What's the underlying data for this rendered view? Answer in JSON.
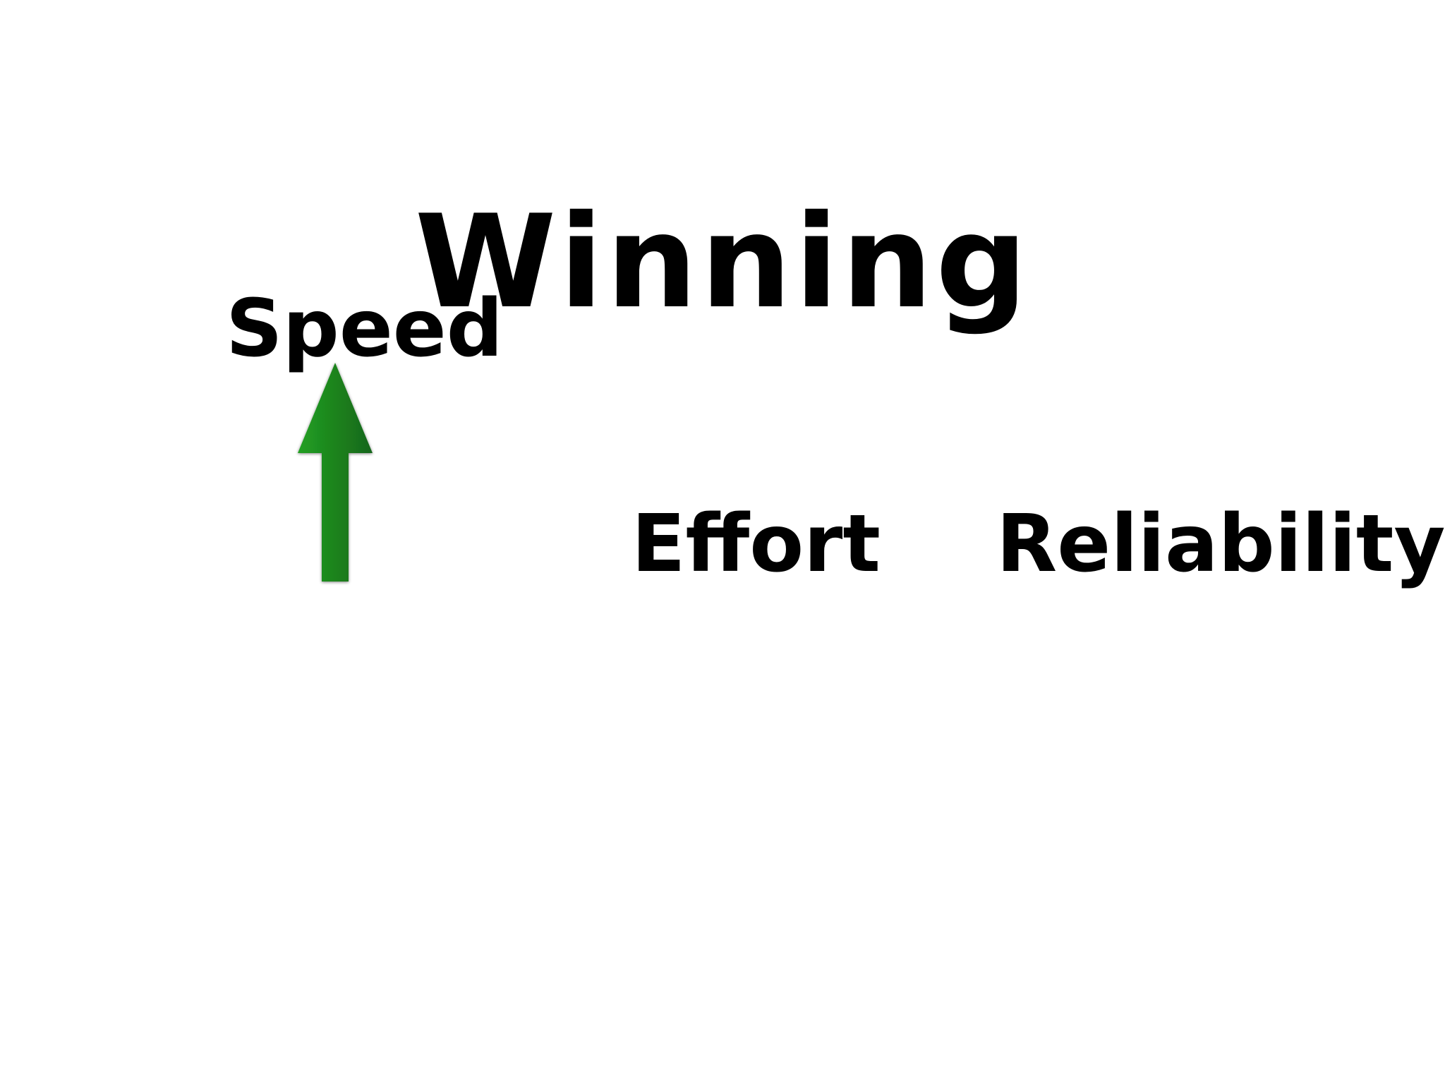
{
  "slide": {
    "title": "Winning",
    "labels": {
      "speed": "Speed",
      "effort": "Effort",
      "reliability": "Reliability"
    },
    "arrow": {
      "direction": "up",
      "color": "#1f8a1f",
      "color_dark": "#17661a"
    },
    "background": "#ffffff",
    "text_color": "#000000"
  }
}
